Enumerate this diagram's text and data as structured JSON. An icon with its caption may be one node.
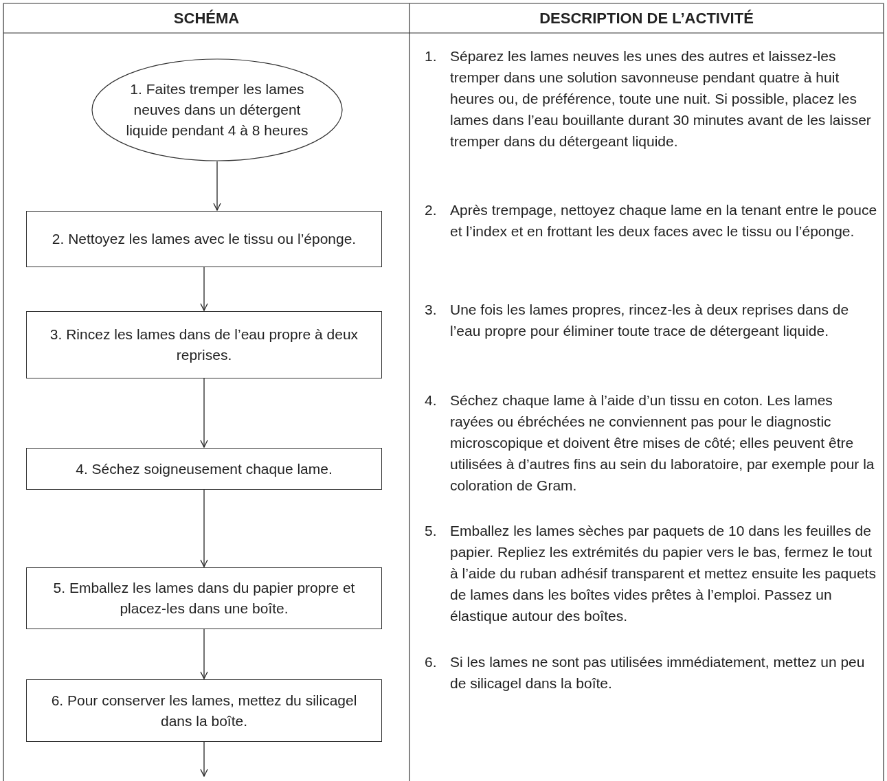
{
  "diagram": {
    "nodes": [
      {
        "text": [
          "1. Faites tremper les lames neuves dans un détergent liquide pendant 4 à 8 heures"
        ]
      },
      {
        "text": [
          "2. Nettoyez les lames avec le tissu ou l’éponge."
        ]
      },
      {
        "text": [
          "3. Rincez les lames dans de l’eau propre à deux reprises."
        ]
      },
      {
        "text": [
          "4. Séchez soigneusement chaque lame."
        ]
      },
      {
        "text": [
          "5. Emballez les lames dans du papier propre et placez-les dans une boîte."
        ]
      },
      {
        "text": [
          "6. Pour conserver les lames, mettez du silicagel dans la boîte."
        ]
      }
    ],
    "edges": [
      {
        "from": 0,
        "to": 1,
        "arrow": "to"
      },
      {
        "from": 1,
        "to": 2,
        "arrow": "to"
      },
      {
        "from": 2,
        "to": 3,
        "arrow": "to"
      },
      {
        "from": 3,
        "to": 4,
        "arrow": "to"
      },
      {
        "from": 4,
        "to": 5,
        "arrow": "to"
      },
      {
        "from": 5,
        "to": null,
        "arrow": "to"
      }
    ],
    "labels": [
      "SCHÉMA",
      "DESCRIPTION DE L’ACTIVITÉ",
      "1.",
      "Séparez les lames neuves les unes des autres et laissez-les tremper dans une solution savonneuse pendant quatre à huit heures ou, de préférence, toute une nuit. Si possible, placez les lames dans l’eau bouillante durant 30 minutes avant de les laisser tremper dans du détergeant liquide.",
      "2.",
      "Après trempage, nettoyez chaque lame en la tenant entre le pouce et l’index et en frottant les deux faces avec le tissu ou l’éponge.",
      "3.",
      "Une fois les lames propres, rincez-les à deux reprises dans de l’eau propre pour éliminer toute trace de détergeant liquide.",
      "4.",
      "Séchez chaque lame à l’aide d’un tissu en coton. Les lames rayées ou ébréchées ne conviennent pas pour le diagnostic microscopique et doivent être mises de côté; elles peuvent être utilisées à d’autres fins au sein du laboratoire, par exemple pour la coloration de Gram.",
      "5.",
      "Emballez les lames sèches par paquets de 10 dans les feuilles de papier. Repliez les extrémités du papier vers le bas, fermez le tout à l’aide du ruban adhésif transparent et mettez ensuite les paquets de lames dans les boîtes vides prêtes à l’emploi. Passez un élastique autour des boîtes.",
      "6.",
      "Si les lames ne sont pas utilisées immédiatement, mettez un peu de silicagel dans la boîte."
    ]
  }
}
